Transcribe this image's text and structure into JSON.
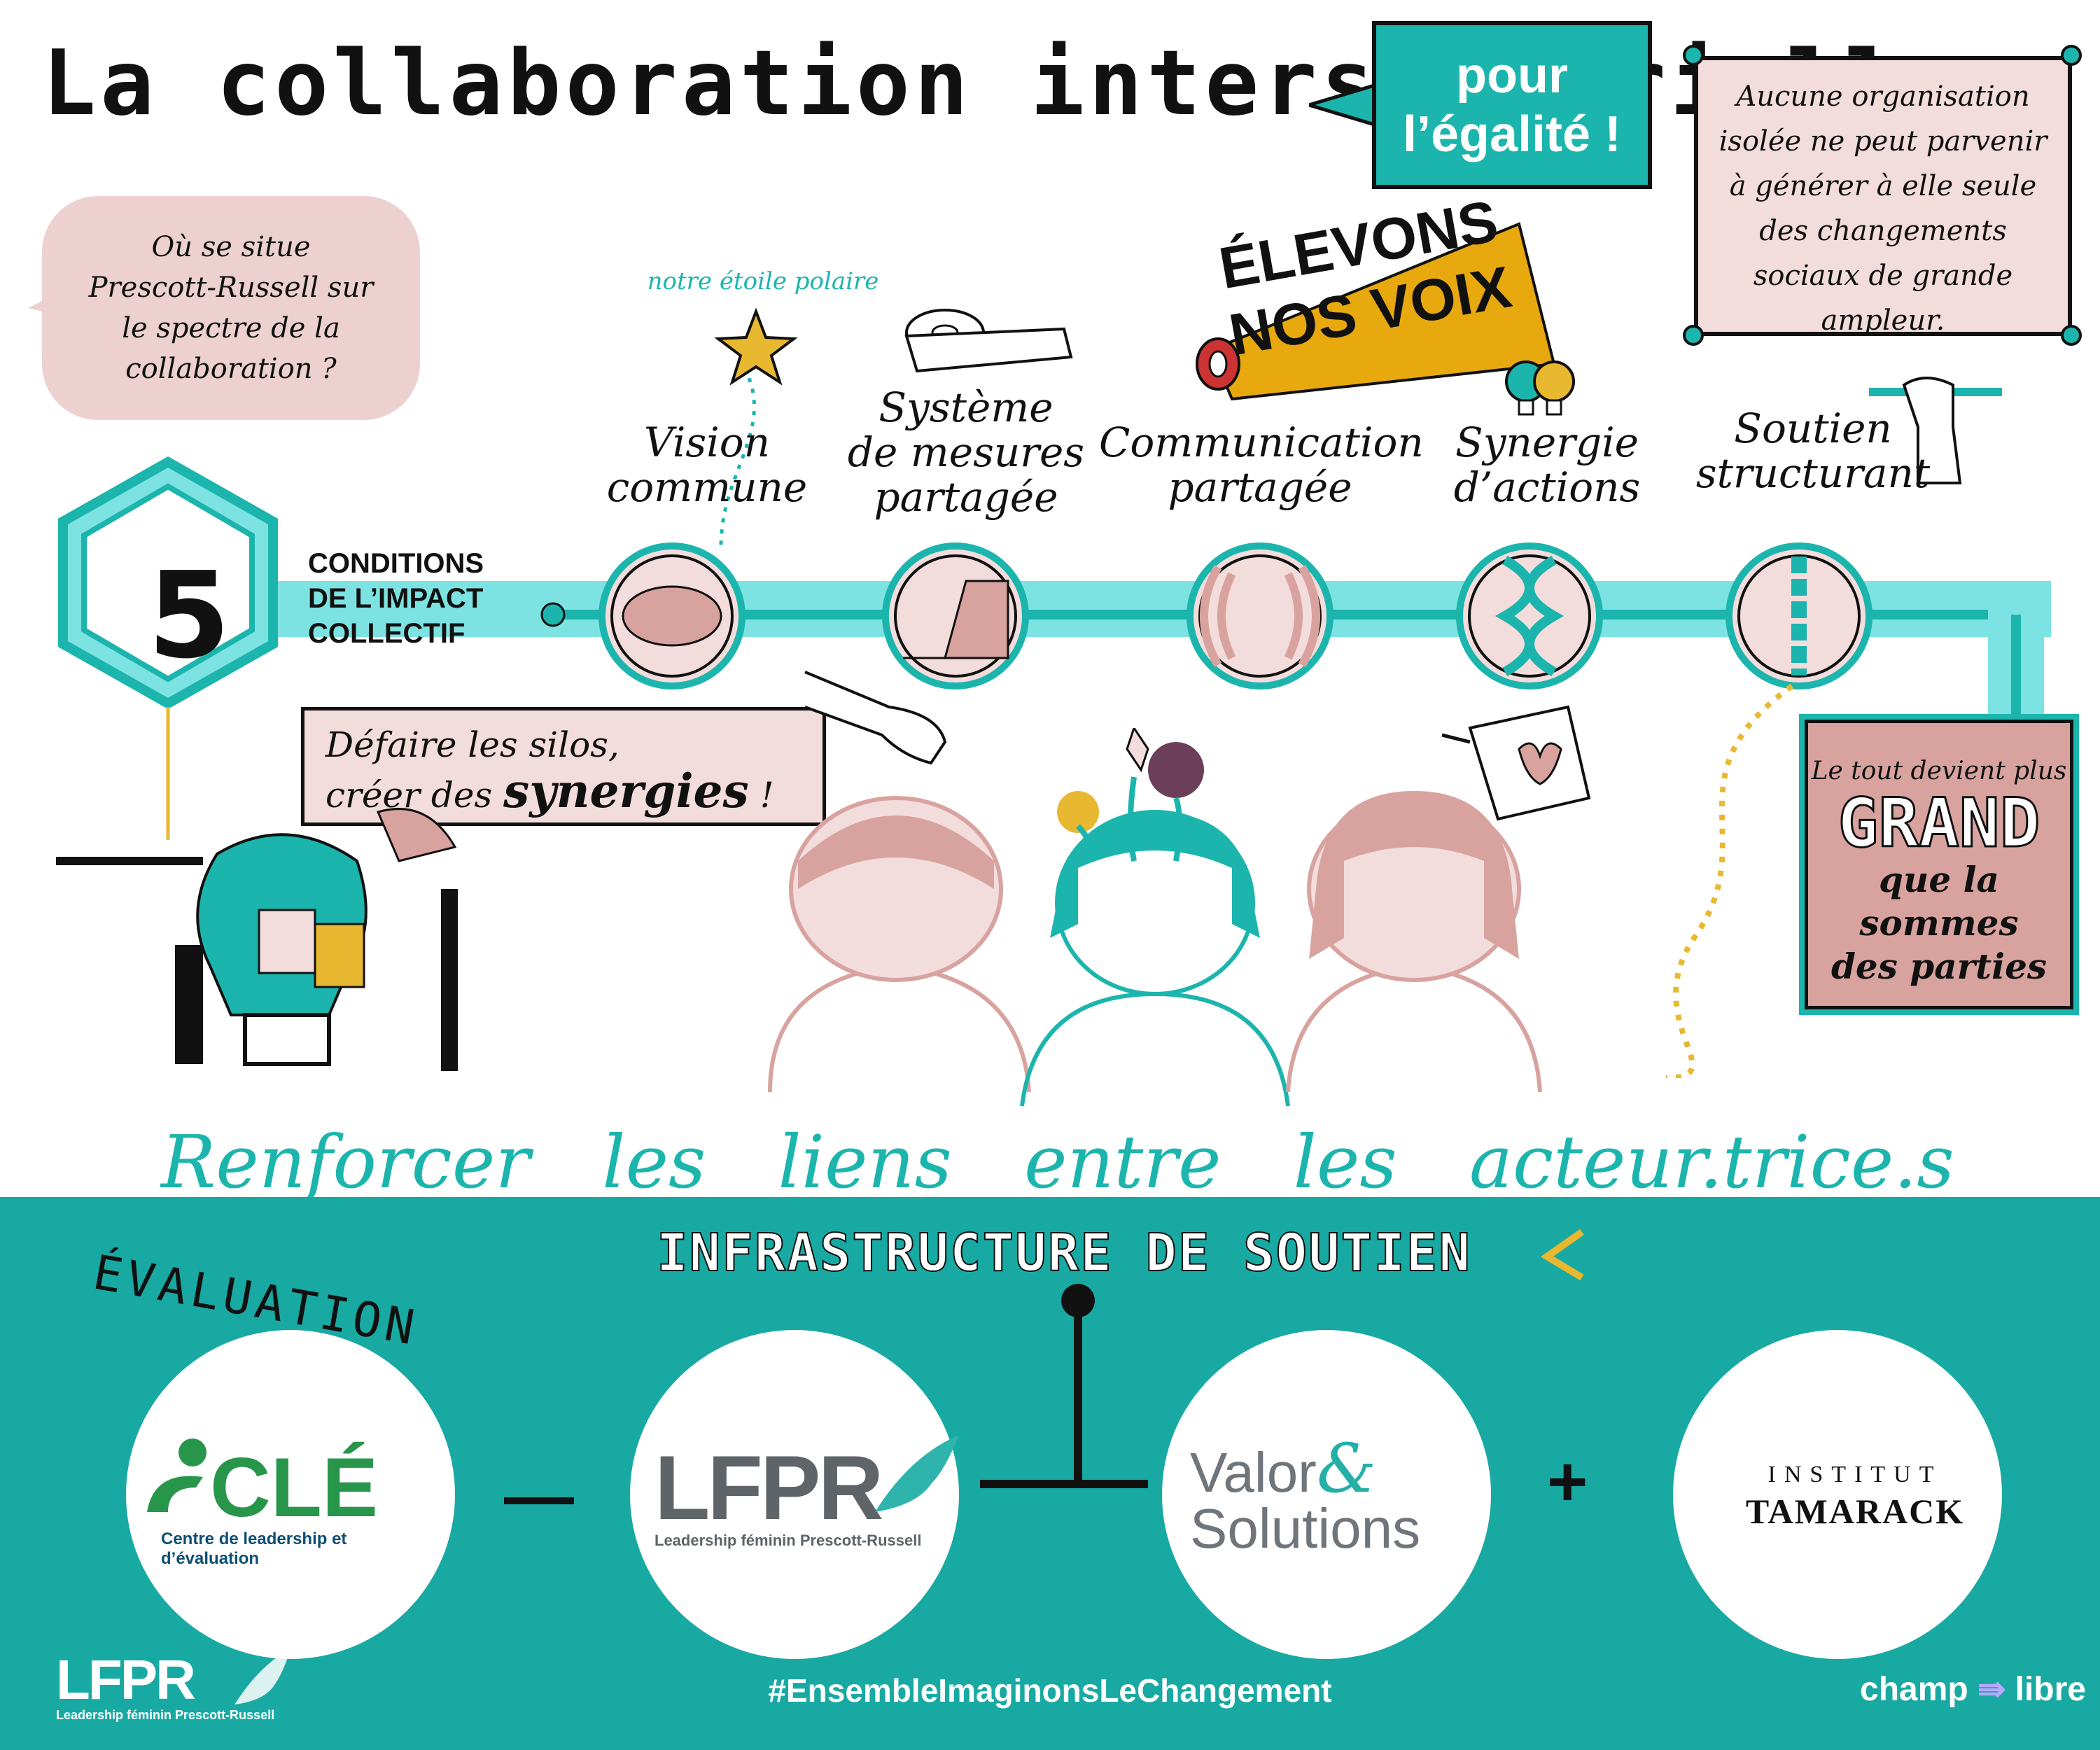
{
  "header": {
    "title": "La collaboration intersectorielle",
    "tag_line1": "pour",
    "tag_line2": "l’égalité !"
  },
  "quote": {
    "lines": [
      "Aucune organisation",
      "isolée ne peut parvenir",
      "à générer à elle seule",
      "des changements",
      "sociaux de grande",
      "ampleur."
    ]
  },
  "question": {
    "lines": [
      "Où se situe",
      "Prescott-Russell sur",
      "le spectre de la",
      "collaboration ?"
    ]
  },
  "megaphone": {
    "line1": "ÉLEVONS",
    "line2": "NOS VOIX"
  },
  "star_label": "notre étoile polaire",
  "conditions": {
    "number": "5",
    "label_lines": [
      "CONDITIONS",
      "DE L’IMPACT",
      "COLLECTIF"
    ],
    "items": [
      {
        "line1": "Vision",
        "line2": "commune"
      },
      {
        "line1": "Système",
        "line2": "de mesures",
        "line3": "partagée"
      },
      {
        "line1": "Communication",
        "line2": "partagée"
      },
      {
        "line1": "Synergie",
        "line2": "d’actions"
      },
      {
        "line1": "Soutien",
        "line2": "structurant"
      }
    ]
  },
  "silos": {
    "line1": "Défaire les silos,",
    "line2_prefix": "créer des",
    "line2_big": "synergies",
    "line2_suffix": "!"
  },
  "grand": {
    "line1": "Le tout devient plus",
    "big": "GRAND",
    "line2": "que la",
    "line3": "sommes",
    "line4": "des parties"
  },
  "renforcer": {
    "words": [
      "Renforcer",
      "les",
      "liens",
      "entre",
      "les",
      "acteur.trice.s"
    ]
  },
  "infrastructure": {
    "title": "INFRASTRUCTURE DE SOUTIEN",
    "evaluation": "ÉVALUATION",
    "op_minus": "—",
    "op_plus": "+",
    "logos": {
      "cle": {
        "name": "CLÉ",
        "sub": "Centre de leadership et d’évaluation"
      },
      "lfpr": {
        "name": "LFPR",
        "sub": "Leadership féminin Prescott-Russell"
      },
      "valor": {
        "line1": "Valor",
        "amp": "&",
        "line2": "Solutions"
      },
      "tamarack": {
        "line1": "INSTITUT",
        "line2": "TAMARACK"
      }
    }
  },
  "footer": {
    "lfpr": "LFPR",
    "lfpr_sub": "Leadership féminin Prescott-Russell",
    "hashtag": "#EnsembleImaginonsLeChangement",
    "champ": "champ",
    "libre": "libre"
  },
  "colors": {
    "teal": "#1bb5ad",
    "teal_band": "#19a9a3",
    "pink": "#f3dcdc",
    "rose": "#d8a39f",
    "gold": "#e8a90f"
  }
}
